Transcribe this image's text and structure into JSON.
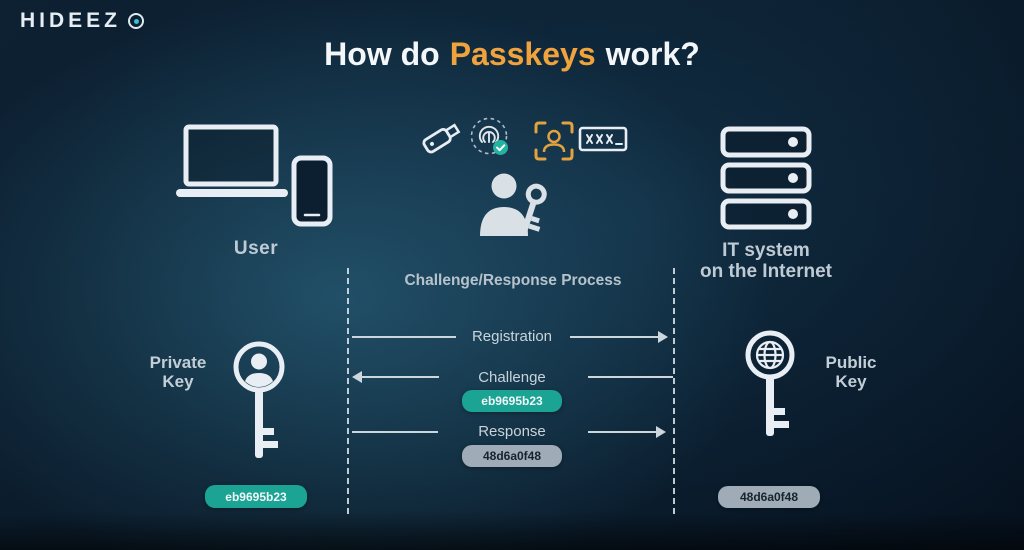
{
  "brand": {
    "name": "HIDEEZ"
  },
  "title": {
    "part1": "How do",
    "highlight": "Passkeys",
    "part2": "work?"
  },
  "user": {
    "label": "User"
  },
  "server": {
    "line1": "IT system",
    "line2": "on the Internet"
  },
  "process": {
    "label": "Challenge/Response Process"
  },
  "flows": {
    "registration": {
      "label": "Registration"
    },
    "challenge": {
      "label": "Challenge",
      "badge": "eb9695b23"
    },
    "response": {
      "label": "Response",
      "badge": "48d6a0f48"
    }
  },
  "private_key": {
    "line1": "Private",
    "line2": "Key",
    "badge": "eb9695b23"
  },
  "public_key": {
    "line1": "Public",
    "line2": "Key",
    "badge": "48d6a0f48"
  },
  "auth_methods": [
    "usb-security-key",
    "fingerprint-verified",
    "face-id",
    "password"
  ],
  "colors": {
    "accent_orange": "#f0a33c",
    "badge_teal": "#1ba393",
    "badge_gray": "#9fabb6",
    "background": "#0a1a29",
    "line": "#ccd6dd"
  }
}
